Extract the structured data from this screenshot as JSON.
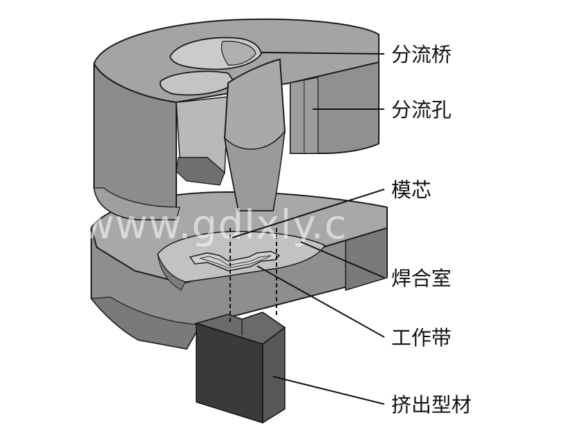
{
  "diagram": {
    "watermark": "www.gdlxly.c",
    "labels": [
      {
        "id": "fenliuqiao",
        "text": "分流桥"
      },
      {
        "id": "fenliukong",
        "text": "分流孔"
      },
      {
        "id": "moxin",
        "text": "模芯"
      },
      {
        "id": "hanheshi",
        "text": "焊合室"
      },
      {
        "id": "gongzuodai",
        "text": "工作带"
      },
      {
        "id": "jichuxingcai",
        "text": "挤出型材"
      }
    ],
    "colors": {
      "light_face": "#b4b4b4",
      "top_face": "#a2a2a2",
      "side_face": "#8e8e8e",
      "dark_face": "#6a6a6a",
      "profile": "#3a3a3a",
      "outline": "#1a1a1a"
    }
  }
}
